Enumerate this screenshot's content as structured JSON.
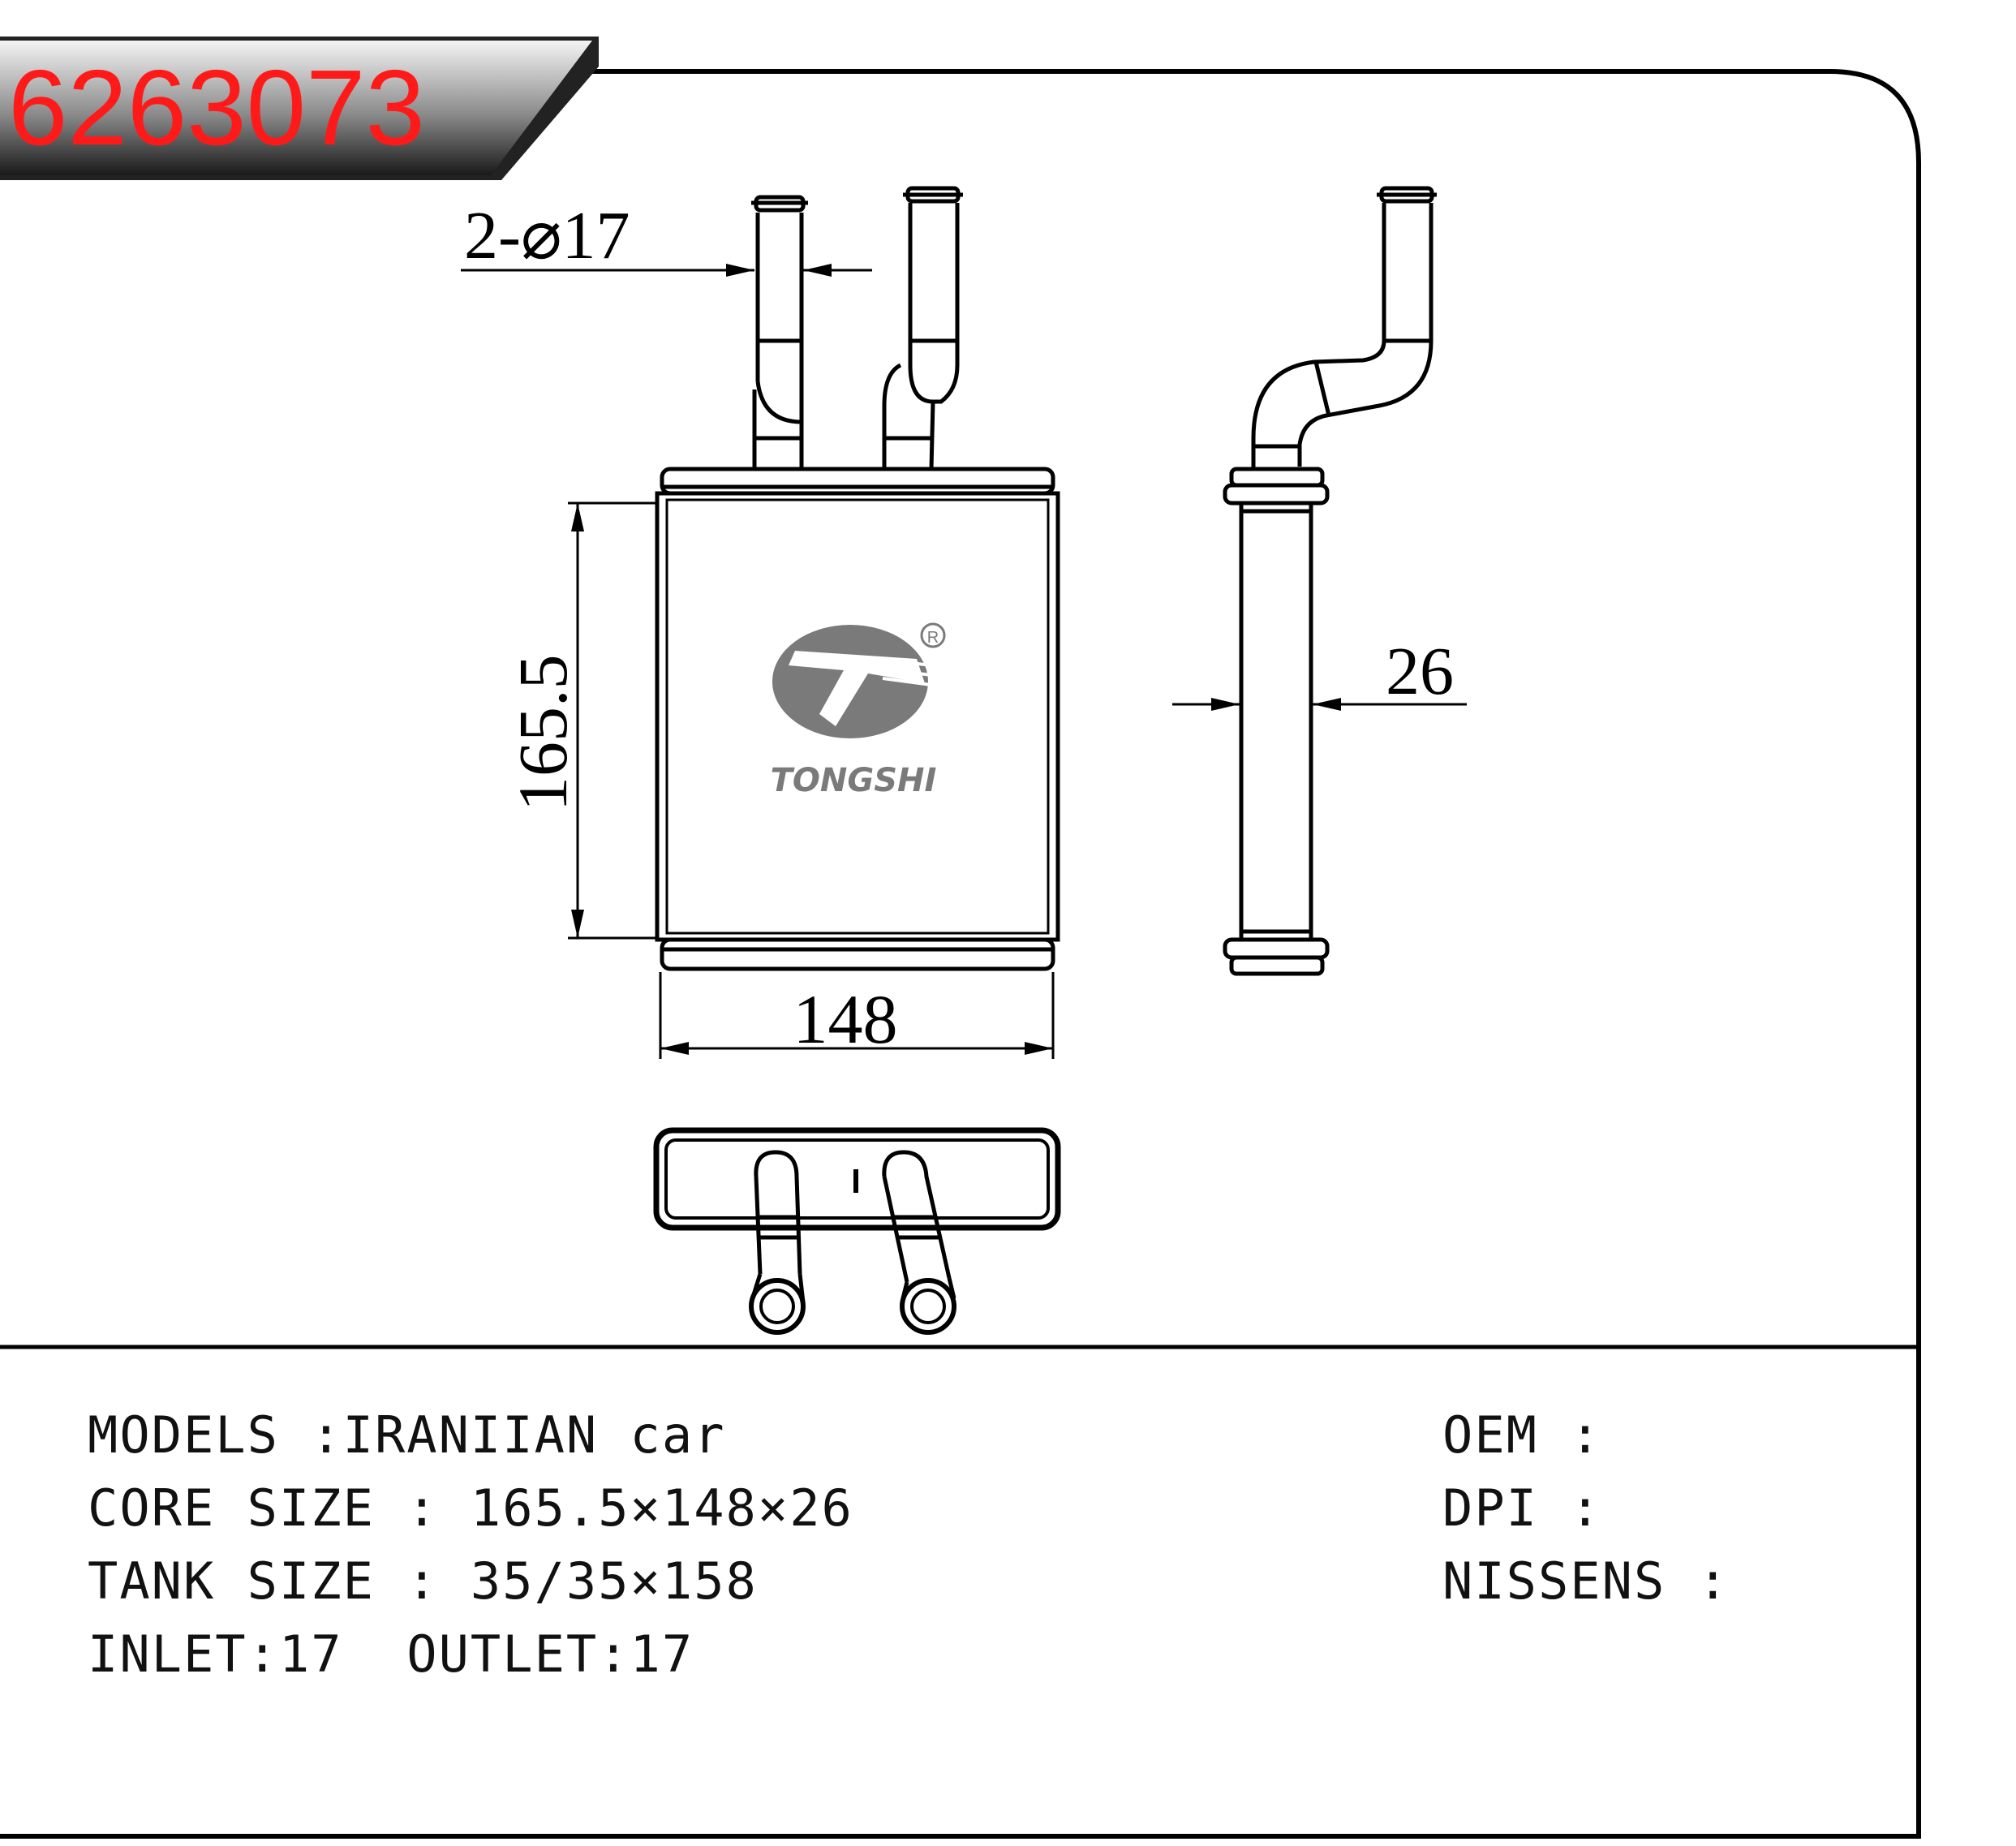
{
  "part_number": "6263073",
  "brand": {
    "name": "TONGSHI",
    "registered_mark": "R"
  },
  "dimensions": {
    "pipe_diameter": "2-⌀17",
    "core_height": "165.5",
    "core_width": "148",
    "core_depth": "26"
  },
  "specs": {
    "models": "MODELS :IRANIIAN car",
    "core_size": "CORE SIZE : 165.5×148×26",
    "tank_size": "TANK SIZE : 35/35×158",
    "inlet_outlet": "INLET:17  OUTLET:17",
    "oem": "OEM :",
    "dpi": "DPI :",
    "nissens": "NISSENS :"
  },
  "colors": {
    "part_number": "#ff1a1a",
    "banner_dark": "#111111",
    "logo_gray": "#7a7a7a"
  }
}
